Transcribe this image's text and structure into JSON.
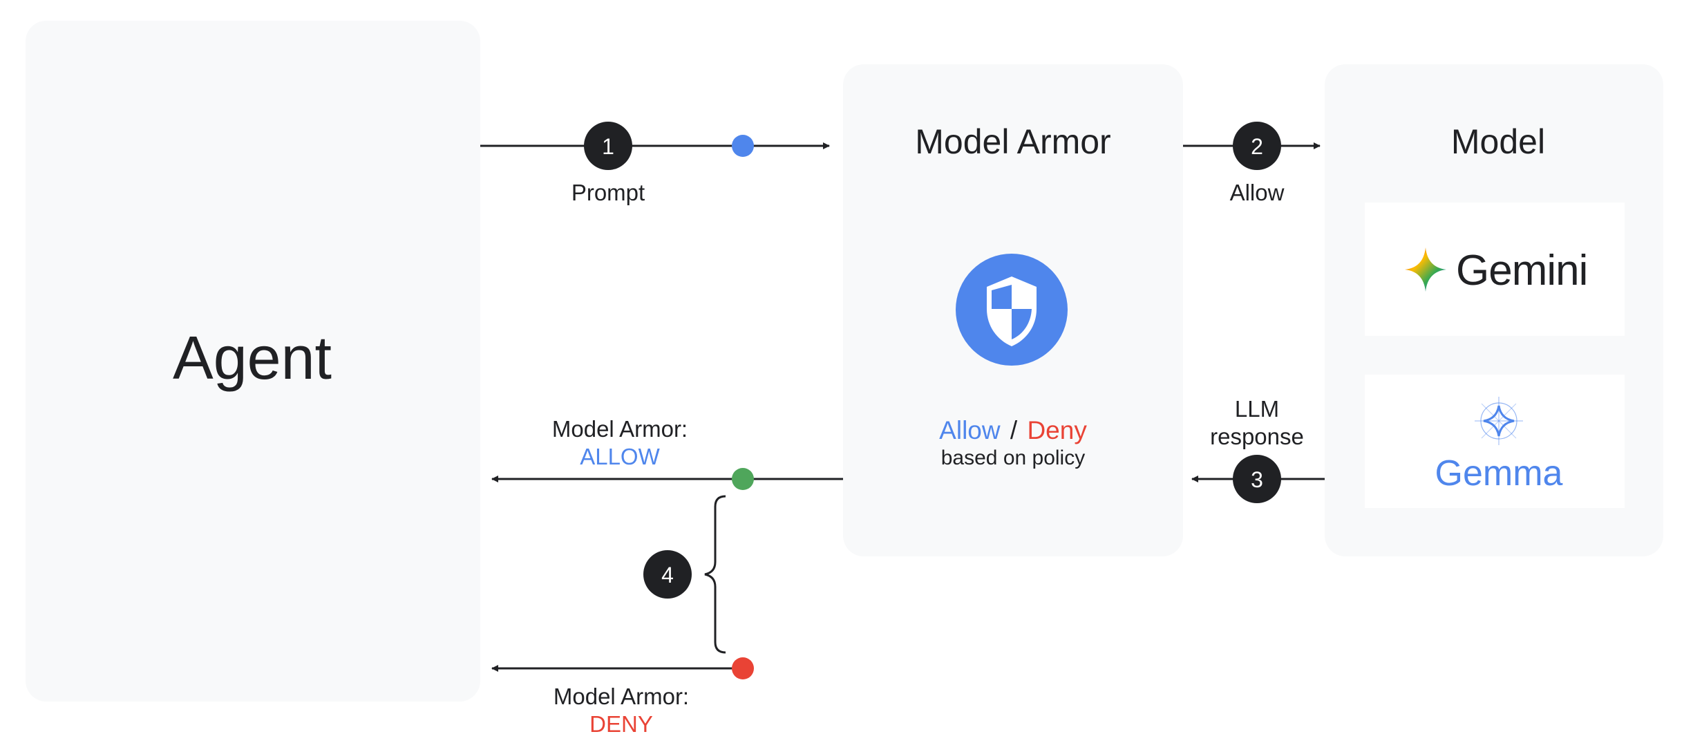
{
  "agent": {
    "title": "Agent"
  },
  "model_armor": {
    "title": "Model Armor",
    "icon": "shield-icon",
    "allow_word": "Allow",
    "separator": "/",
    "deny_word": "Deny",
    "policy_text": "based on policy"
  },
  "model": {
    "title": "Model",
    "gemini": {
      "name": "Gemini",
      "icon": "gemini-sparkle-icon"
    },
    "gemma": {
      "name": "Gemma",
      "icon": "gemma-sparkle-icon"
    }
  },
  "steps": [
    {
      "number": "1",
      "label": "Prompt"
    },
    {
      "number": "2",
      "label": "Allow"
    },
    {
      "number": "3",
      "label_line1": "LLM",
      "label_line2": "response"
    },
    {
      "number": "4"
    }
  ],
  "outcomes": {
    "allow": {
      "line1": "Model Armor:",
      "line2": "ALLOW"
    },
    "deny": {
      "line1": "Model Armor:",
      "line2": "DENY"
    }
  },
  "colors": {
    "panel": "#f8f9fa",
    "blue": "#4f86ec",
    "red": "#e94335",
    "green": "#4fa65b",
    "dark": "#202124"
  }
}
